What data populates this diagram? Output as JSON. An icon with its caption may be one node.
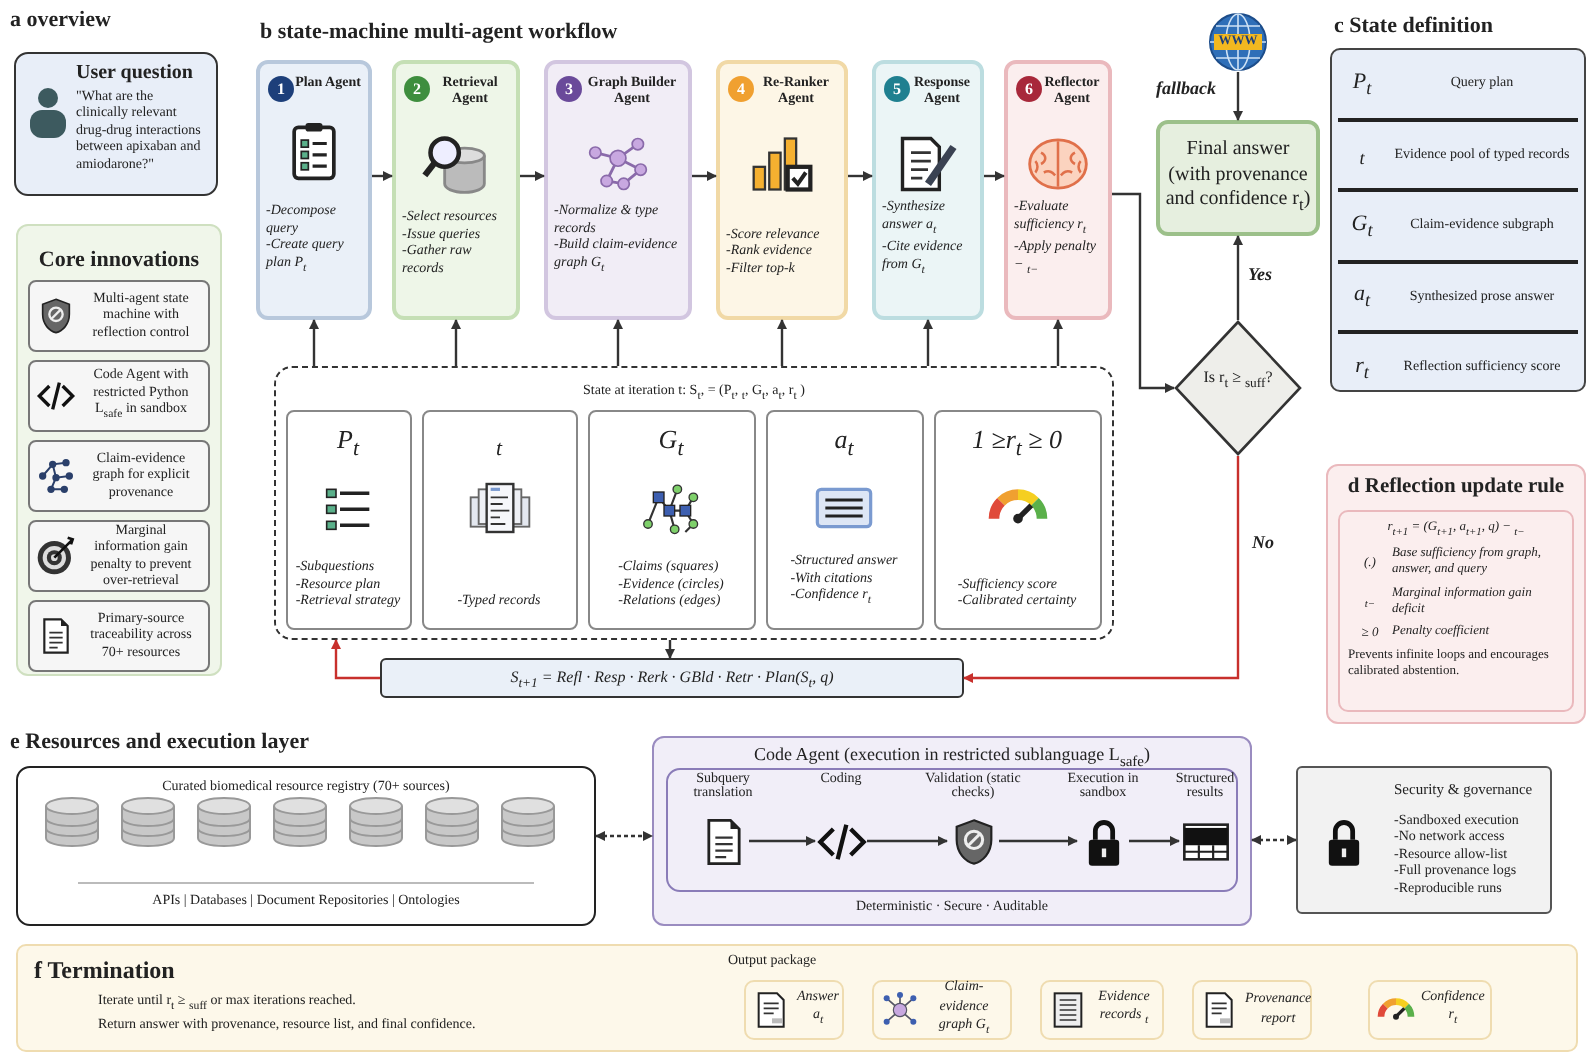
{
  "diagram": {
    "nodes": [
      {
        "text": [
          "User question",
          "\"What are the clinically relevant drug-drug interactions between apixaban and amiodarone?\""
        ]
      },
      {
        "text": [
          "Core innovations"
        ]
      },
      {
        "text": [
          "Multi-agent state machine with reflection control"
        ],
        "in": 1
      },
      {
        "text": [
          "Code Agent with restricted Python L$_{safe}$ in sandbox"
        ],
        "in": 1
      },
      {
        "text": [
          "Claim-evidence graph for explicit provenance"
        ],
        "in": 1
      },
      {
        "text": [
          "Marginal information gain penalty to prevent over-retrieval"
        ],
        "in": 1
      },
      {
        "text": [
          "Primary-source traceability across 70+ resources"
        ],
        "in": 1
      },
      {
        "text": [
          "1",
          "Plan Agent",
          "-Decompose query",
          "-Create query plan P$_{t}$"
        ]
      },
      {
        "text": [
          "2",
          "Retrieval Agent",
          "-Select resources",
          "-Issue queries",
          "-Gather raw records"
        ]
      },
      {
        "text": [
          "3",
          "Graph Builder Agent",
          "-Normalize & type records",
          "-Build claim-evidence graph G$_{t}$"
        ]
      },
      {
        "text": [
          "4",
          "Re-Ranker Agent",
          "-Score relevance",
          "-Rank evidence",
          "-Filter top-k"
        ]
      },
      {
        "text": [
          "5",
          "Response Agent",
          "-Synthesize answer a$_{t}$",
          "-Cite evidence from G$_{t}$"
        ]
      },
      {
        "text": [
          "6",
          "Reflector Agent",
          "-Evaluate sufficiency r$_{t}$",
          "-Apply penalty − $_{t−}$"
        ]
      },
      {
        "text": [
          "WWW"
        ]
      },
      {
        "text": [
          "Final answer (with provenance and confidence r$_{t}$)"
        ]
      },
      {
        "text": [
          "Is r$_{t}$ ≥ $_{suff}$?"
        ]
      },
      {
        "text": [
          "State at iteration t: S$_{t}$, = (P$_{t}$, $_{t}$, G$_{t}$, a$_{t}$, r$_{t}$ )"
        ]
      },
      {
        "text": [
          "P$_{t}$",
          "-Subquestions",
          "-Resource plan",
          "-Retrieval strategy"
        ],
        "in": 16
      },
      {
        "text": [
          "$_{t}$",
          "-Typed records"
        ],
        "in": 16
      },
      {
        "text": [
          "G$_{t}$",
          "-Claims (squares)",
          "-Evidence (circles)",
          "-Relations (edges)"
        ],
        "in": 16
      },
      {
        "text": [
          "a$_{t}$",
          "-Structured answer",
          "-With citations",
          "-Confidence r$_{t}$"
        ],
        "in": 16
      },
      {
        "text": [
          "1 ≥r$_{t}$ ≥ 0",
          "-Sufficiency score",
          "-Calibrated certainty"
        ],
        "in": 16
      },
      {
        "text": [
          "S$_{t+1}$ = Refl · Resp · Rerk · GBld · Retr · Plan(S$_{t}$, q)"
        ]
      },
      {
        "text": [
          "Curated biomedical resource registry (70+ sources)",
          "APIs | Databases | Document Repositories | Ontologies"
        ]
      },
      {
        "text": [],
        "shape": "cylinder",
        "in": 23
      },
      {
        "text": [],
        "shape": "cylinder",
        "in": 23
      },
      {
        "text": [],
        "shape": "cylinder",
        "in": 23
      },
      {
        "text": [],
        "shape": "cylinder",
        "in": 23
      },
      {
        "text": [],
        "shape": "cylinder",
        "in": 23
      },
      {
        "text": [],
        "shape": "cylinder",
        "in": 23
      },
      {
        "text": [],
        "shape": "cylinder",
        "in": 23
      },
      {
        "text": [
          "Code Agent (execution in restricted sublanguage L$_{safe}$)",
          "Deterministic · Secure · Auditable"
        ]
      },
      {
        "text": [
          "Subquery translation"
        ],
        "in": 31
      },
      {
        "text": [
          "Coding"
        ],
        "in": 31
      },
      {
        "text": [
          "Validation (static checks)"
        ],
        "in": 31
      },
      {
        "text": [
          "Execution in sandbox"
        ],
        "in": 31
      },
      {
        "text": [
          "Structured results"
        ],
        "in": 31
      },
      {
        "text": [
          "Security & governance",
          "-Sandboxed execution",
          "-No network access",
          "-Resource allow-list",
          "-Full provenance logs",
          "-Reproducible runs"
        ]
      },
      {
        "text": [
          "f Termination",
          "Iterate until r$_{t}$ ≥ $_{suff}$ or max iterations reached.",
          "Return answer with provenance, resource list, and final confidence.",
          "Output package"
        ]
      },
      {
        "text": [
          "Answer a$_{t}$"
        ],
        "in": 38
      },
      {
        "text": [
          "Claim-evidence graph G$_{t}$"
        ],
        "in": 38
      },
      {
        "text": [
          "Evidence records $_{t}$"
        ],
        "in": 38
      },
      {
        "text": [
          "Provenance report"
        ],
        "in": 38
      },
      {
        "text": [
          "Confidence r$_{t}$"
        ],
        "in": 38
      }
    ],
    "edges": [
      {
        "from": 7,
        "to": 8,
        "arrow": "to"
      },
      {
        "from": 8,
        "to": 9,
        "arrow": "to"
      },
      {
        "from": 9,
        "to": 10,
        "arrow": "to"
      },
      {
        "from": 10,
        "to": 11,
        "arrow": "to"
      },
      {
        "from": 11,
        "to": 12,
        "arrow": "to"
      },
      {
        "from": 12,
        "to": 15,
        "arrow": "to"
      },
      {
        "from": 15,
        "to": 14,
        "arrow": "to",
        "label": "Yes"
      },
      {
        "from": 13,
        "to": 14,
        "arrow": "to",
        "label": "fallback"
      },
      {
        "from": 15,
        "to": 22,
        "arrow": "to",
        "label": "No",
        "color": "#c8302c"
      },
      {
        "from": 22,
        "to": 16,
        "arrow": "to",
        "color": "#c8302c"
      },
      {
        "from": 16,
        "to": 22,
        "arrow": "to"
      },
      {
        "from": 16,
        "to": 7,
        "arrow": "to"
      },
      {
        "from": 16,
        "to": 8,
        "arrow": "to"
      },
      {
        "from": 16,
        "to": 9,
        "arrow": "to"
      },
      {
        "from": 16,
        "to": 10,
        "arrow": "to"
      },
      {
        "from": 16,
        "to": 11,
        "arrow": "to"
      },
      {
        "from": 16,
        "to": 12,
        "arrow": "to"
      },
      {
        "from": 23,
        "to": 31,
        "arrow": "both",
        "style": "dashed"
      },
      {
        "from": 31,
        "to": 37,
        "arrow": "both",
        "style": "dashed"
      },
      {
        "from": 32,
        "to": 33,
        "arrow": "to"
      },
      {
        "from": 33,
        "to": 34,
        "arrow": "to"
      },
      {
        "from": 34,
        "to": 35,
        "arrow": "to"
      },
      {
        "from": 35,
        "to": 36,
        "arrow": "to"
      }
    ],
    "labels": [
      "a overview",
      "b state-machine multi-agent workflow",
      "c State definition",
      "P$_{t}$",
      "Query plan",
      "$_{t}$",
      "Evidence pool of typed records",
      "G$_{t}$",
      "Claim-evidence subgraph",
      "a$_{t}$",
      "Synthesized prose answer",
      "r$_{t}$",
      "Reflection sufficiency score",
      "d Reflection update rule",
      "r$_{t+1}$ = (G$_{t+1}$, a$_{t+1}$, q) − $_{t−}$",
      "(.)",
      "Base sufficiency from graph, answer, and query",
      "$_{t−}$",
      "Marginal information gain deficit",
      "≥ 0",
      "Penalty coefficient",
      "Prevents infinite loops and encourages calibrated abstention.",
      "e Resources and execution layer"
    ]
  }
}
